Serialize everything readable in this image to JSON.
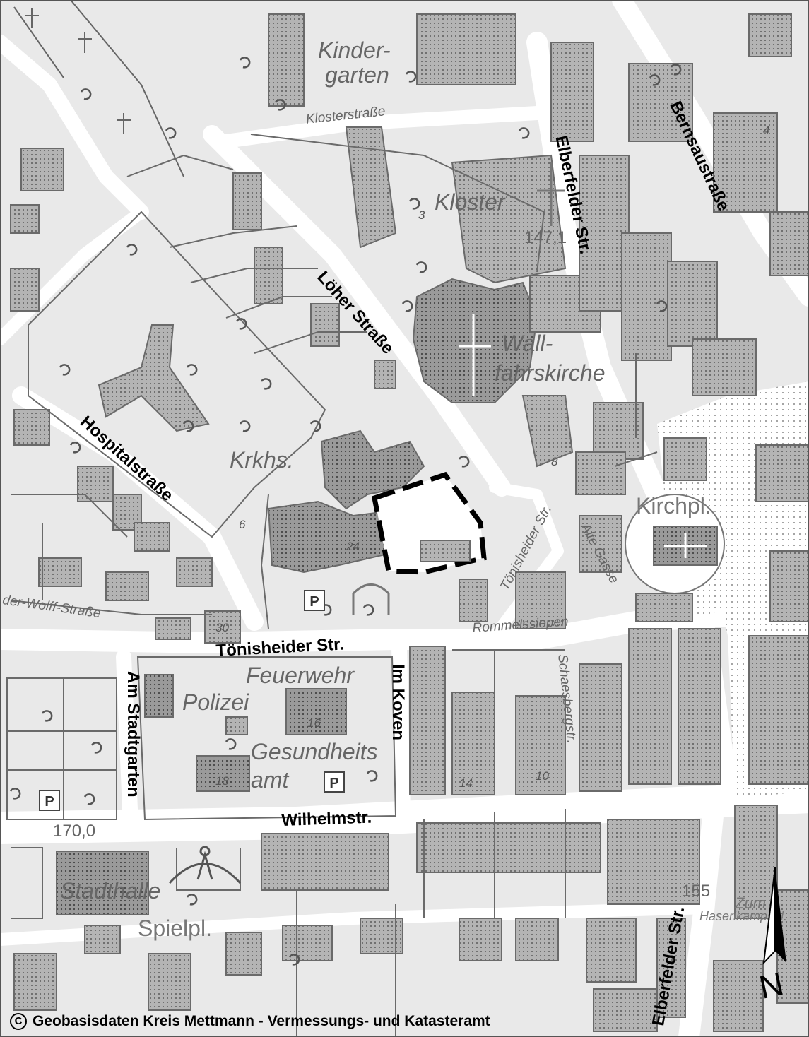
{
  "map": {
    "background": "#e9e9e9",
    "street_color": "#ffffff",
    "building_color": "#a8a8a8",
    "outline_color": "#6a6a6a",
    "highlight_color": "#000000"
  },
  "streets_bold": {
    "loeher": "Löher Straße",
    "elberfelder_top": "Elberfelder Str.",
    "bernsau": "Bernsaustraße",
    "hospital": "Hospitalstraße",
    "toenisheider": "Tönisheider Str.",
    "im_koven": "Im Koven",
    "am_stadtgarten": "Am Stadtgarten",
    "wilhelm": "Wilhelmstr.",
    "elberfelder_bottom": "Elberfelder Str."
  },
  "places": {
    "kindergarten_1": "Kinder-",
    "kindergarten_2": "garten",
    "kloster": "Kloster",
    "wallfahrt_1": "Wall-",
    "wallfahrt_2": "fahrskirche",
    "krkhs": "Krkhs.",
    "kirchpl": "Kirchpl.",
    "feuerwehr": "Feuerwehr",
    "polizei": "Polizei",
    "gesundheit_1": "Gesundheits",
    "gesundheit_2": "amt",
    "stadthalle": "Stadthalle",
    "spielpl": "Spielpl.",
    "zum": "Zum",
    "haserik": "Haserikampspl."
  },
  "streets_grey": {
    "kloster": "Klosterstraße",
    "toenisheider_small": "Tönisheider Str.",
    "wolff": "der-Wolff-Straße",
    "rommel": "Rommelssiepen",
    "alte_gasse": "Alte Gasse",
    "schaes": "Schaesbergstr."
  },
  "house_numbers": {
    "n3": "3",
    "n4": "4",
    "n6": "6",
    "n8": "8",
    "n10": "10",
    "n14": "14",
    "n16": "16",
    "n18": "18",
    "n24": "24",
    "n30": "30"
  },
  "elevations": {
    "e1": "147,1",
    "e2": "170,0",
    "e3": "155"
  },
  "parking": {
    "label": "P"
  },
  "north_arrow": {
    "label": "N"
  },
  "copyright": {
    "symbol": "C",
    "text": "Geobasisdaten Kreis Mettmann - Vermessungs- und Katasteramt"
  }
}
